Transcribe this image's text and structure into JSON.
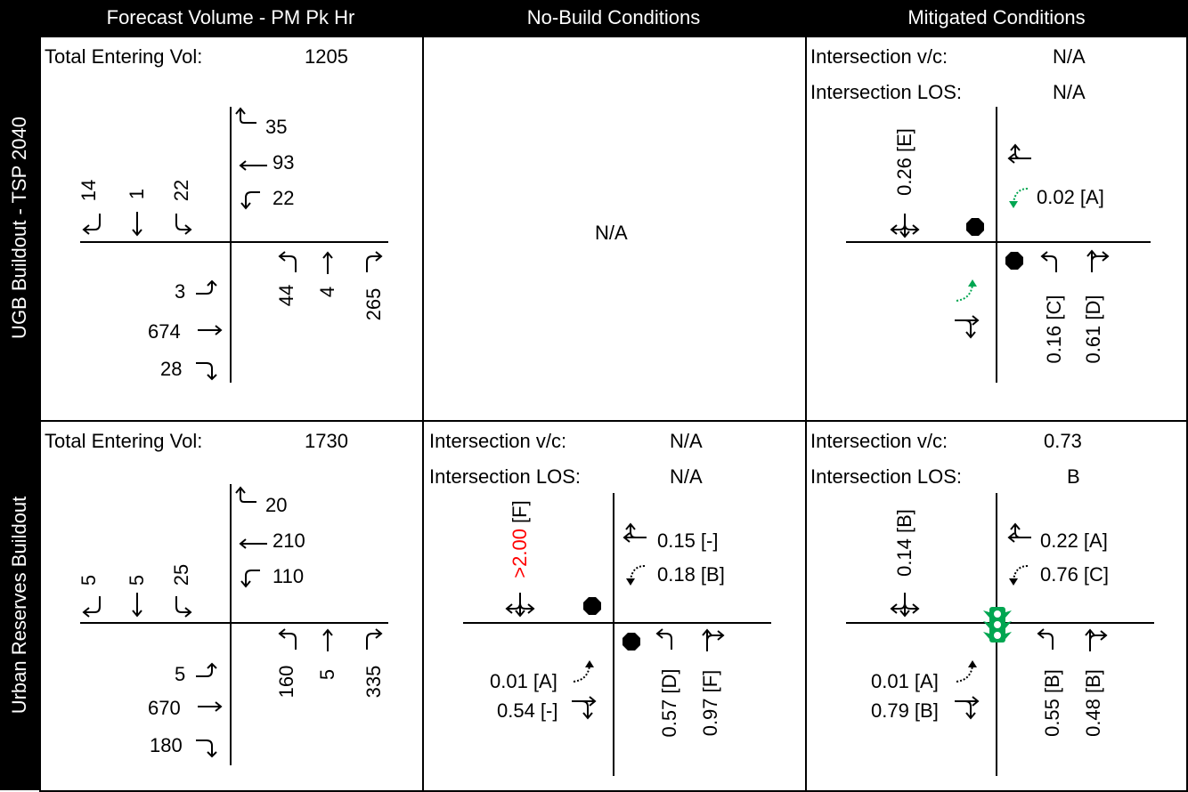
{
  "headers": {
    "col1": "Forecast Volume - PM Pk Hr",
    "col2": "No-Build Conditions",
    "col3": "Mitigated Conditions",
    "row1": "UGB Buildout - TSP 2040",
    "row2": "Urban Reserves Buildout"
  },
  "labels": {
    "total_entering": "Total Entering Vol:",
    "int_vc": "Intersection v/c:",
    "int_los": "Intersection LOS:"
  },
  "row1": {
    "forecast": {
      "total": "1205",
      "east_left": "35",
      "east_thru": "93",
      "east_right": "22",
      "south_left": "14",
      "south_thru": "1",
      "south_right": "22",
      "west_left": "3",
      "west_thru": "674",
      "west_right": "28",
      "north_left": "44",
      "north_thru": "4",
      "north_right": "265"
    },
    "nobuild": {
      "text": "N/A"
    },
    "mitigated": {
      "vc": "N/A",
      "los": "N/A",
      "sb": "0.26 [E]",
      "eb_right": "0.02 [A]",
      "nb_left": "0.16 [C]",
      "nb_right": "0.61 [D]"
    }
  },
  "row2": {
    "forecast": {
      "total": "1730",
      "east_left": "20",
      "east_thru": "210",
      "east_right": "110",
      "south_left": "5",
      "south_thru": "5",
      "south_right": "25",
      "west_left": "5",
      "west_thru": "670",
      "west_right": "180",
      "north_left": "160",
      "north_thru": "5",
      "north_right": "335"
    },
    "nobuild": {
      "vc": "N/A",
      "los": "N/A",
      "sb_value": ">2.00",
      "sb_los": "[F]",
      "eb_thru": "0.15 [-]",
      "eb_right": "0.18 [B]",
      "wb_left": "0.01 [A]",
      "wb_thru": "0.54 [-]",
      "nb_left": "0.57 [D]",
      "nb_right": "0.97 [F]"
    },
    "mitigated": {
      "vc": "0.73",
      "los": "B",
      "sb": "0.14 [B]",
      "eb_thru": "0.22 [A]",
      "eb_right": "0.76 [C]",
      "wb_left": "0.01 [A]",
      "wb_thru": "0.79 [B]",
      "nb_left": "0.55 [B]",
      "nb_right": "0.48 [B]"
    }
  },
  "colors": {
    "accent_green": "#00a651",
    "highlight_red": "#ff0000"
  }
}
